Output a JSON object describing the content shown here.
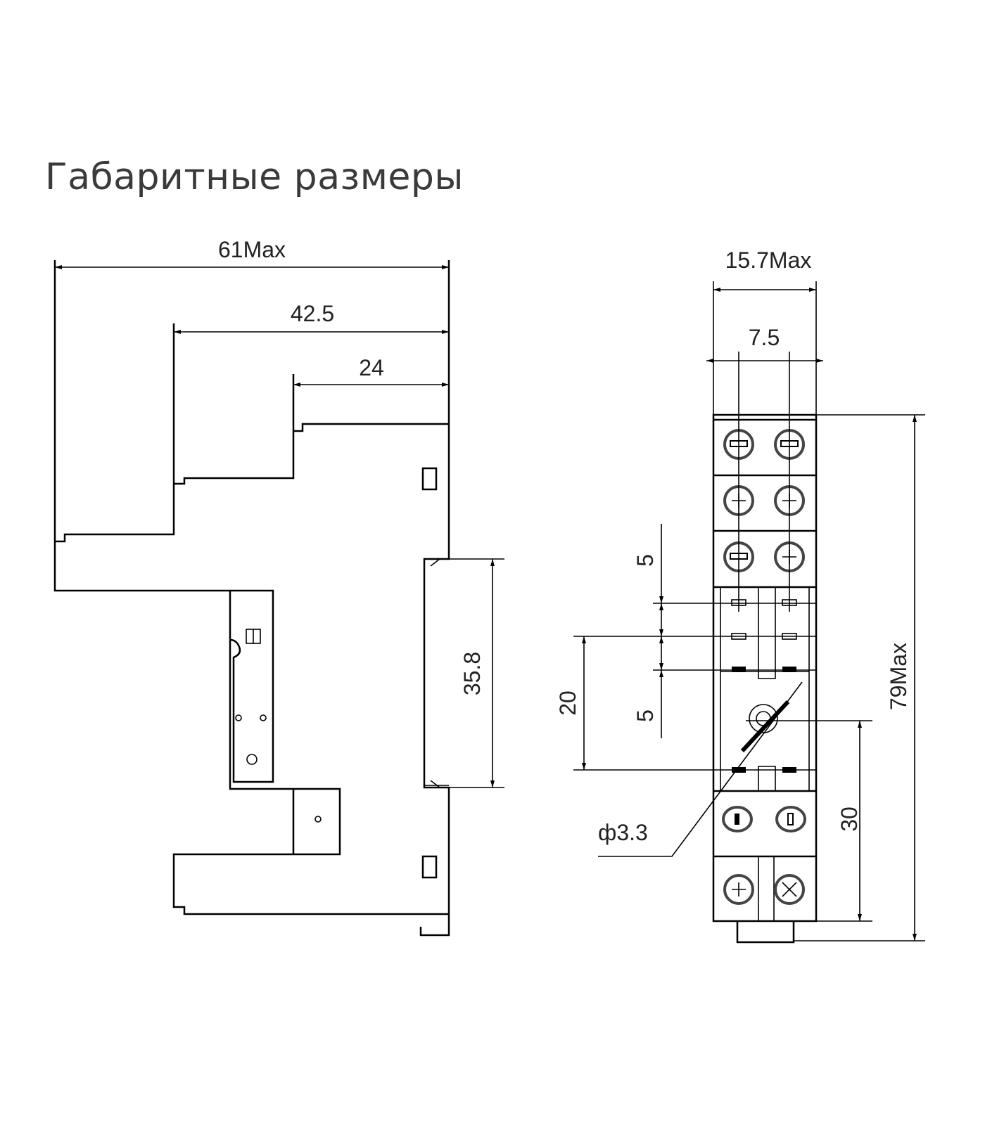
{
  "title": "Габаритные размеры",
  "side_view": {
    "dim_overall_width": "61Max",
    "dim_middle_width": "42.5",
    "dim_top_width": "24",
    "dim_din_height": "35.8"
  },
  "front_view": {
    "dim_width": "15.7Max",
    "dim_pitch": "7.5",
    "dim_height": "79Max",
    "dim_upper_5": "5",
    "dim_lower_5": "5",
    "dim_20": "20",
    "dim_30": "30",
    "dim_hole": "ф3.3"
  }
}
